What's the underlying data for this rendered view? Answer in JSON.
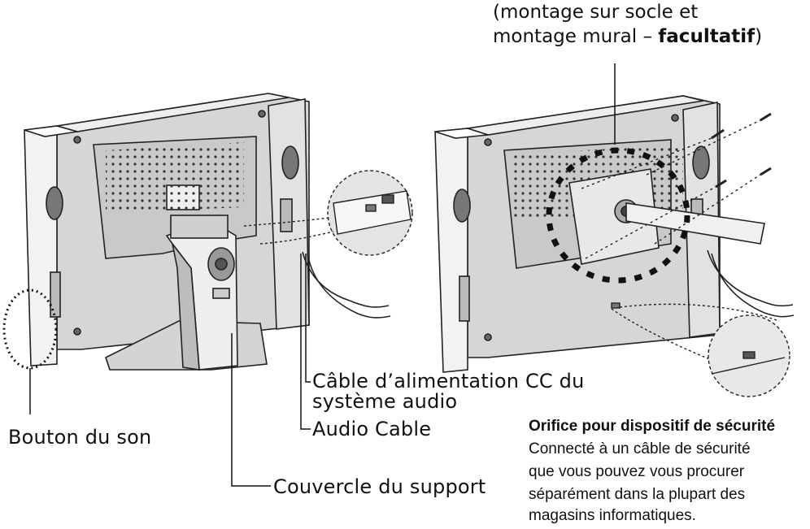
{
  "top_caption": {
    "line1": "(montage sur socle et",
    "line2_prefix": "montage mural – ",
    "line2_bold": "facultatif",
    "line2_suffix": ")"
  },
  "labels": {
    "power_cable_line1": "Câble d’alimentation CC du",
    "power_cable_line2": "système audio",
    "audio_cable": "Audio Cable",
    "sound_button": "Bouton du son",
    "stand_cover": "Couvercle du support"
  },
  "security_slot": {
    "title": "Orifice pour dispositif de sécurité",
    "lines": [
      "Connecté à un câble de sécurité",
      "que vous pouvez vous procurer",
      "séparément dans la plupart des",
      "magasins informatiques."
    ]
  }
}
